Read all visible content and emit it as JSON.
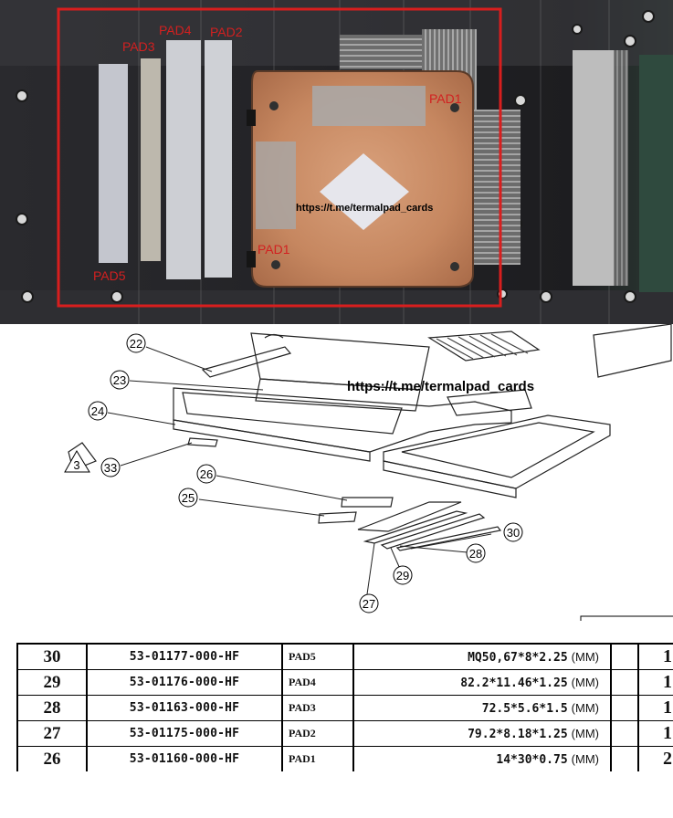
{
  "photo": {
    "watermark": "https://t.me/termalpad_cards",
    "pad_labels": {
      "pad3": "PAD3",
      "pad4": "PAD4",
      "pad2": "PAD2",
      "pad1_top": "PAD1",
      "pad1_bottom": "PAD1",
      "pad5": "PAD5"
    },
    "colors": {
      "highlight": "#d81e1e",
      "copper": "#c98b64",
      "label": "#d22020"
    }
  },
  "drawing": {
    "watermark": "https://t.me/termalpad_cards",
    "callouts": {
      "c22": "22",
      "c23": "23",
      "c24": "24",
      "c33": "33",
      "c26": "26",
      "c25": "25",
      "c30": "30",
      "c28": "28",
      "c29": "29",
      "c27": "27",
      "tri": "3"
    }
  },
  "table": {
    "rows": [
      {
        "item": "30",
        "part": "53-01177-000-HF",
        "name": "PAD5",
        "spec": "MQ50,67*8*2.25",
        "unit": "(MM)",
        "qty": "1"
      },
      {
        "item": "29",
        "part": "53-01176-000-HF",
        "name": "PAD4",
        "spec": "82.2*11.46*1.25",
        "unit": "(MM)",
        "qty": "1"
      },
      {
        "item": "28",
        "part": "53-01163-000-HF",
        "name": "PAD3",
        "spec": "72.5*5.6*1.5",
        "unit": "(MM)",
        "qty": "1"
      },
      {
        "item": "27",
        "part": "53-01175-000-HF",
        "name": "PAD2",
        "spec": "79.2*8.18*1.25",
        "unit": "(MM)",
        "qty": "1"
      },
      {
        "item": "26",
        "part": "53-01160-000-HF",
        "name": "PAD1",
        "spec": "14*30*0.75",
        "unit": "(MM)",
        "qty": "2"
      }
    ]
  }
}
